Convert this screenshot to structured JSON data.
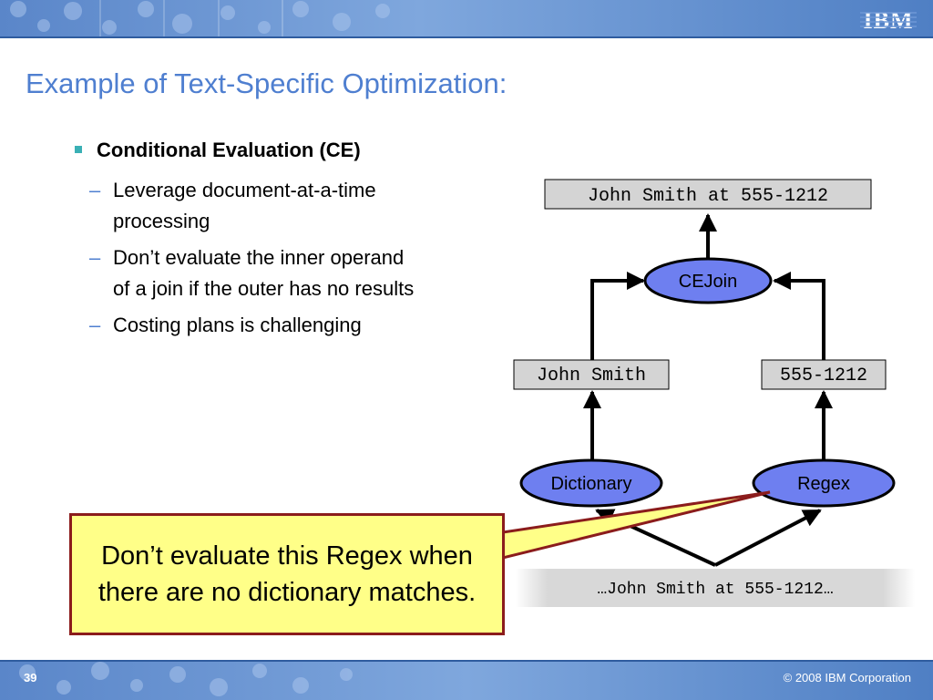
{
  "header": {
    "logo_text": "IBM",
    "colors": {
      "band": "#6f98d6",
      "title": "#4f7fd0"
    }
  },
  "slide": {
    "title": "Example of Text-Specific Optimization:",
    "bullet": "Conditional Evaluation (CE)",
    "subitems": [
      "Leverage document-at-a-time processing",
      "Don’t evaluate the inner operand of a join if the outer has no results",
      "Costing plans is challenging"
    ],
    "dash": "–"
  },
  "diagram": {
    "result_box": "John Smith at 555-1212",
    "join_node": "CEJoin",
    "left_box": "John Smith",
    "right_box": "555-1212",
    "left_node": "Dictionary",
    "right_node": "Regex",
    "doc_box": "…John Smith at 555-1212…",
    "colors": {
      "node_fill": "#6e7ff0",
      "box_fill": "#d4d4d4",
      "arrow": "#000000"
    }
  },
  "callout": {
    "text": "Don’t evaluate this Regex when there are no dictionary matches.",
    "colors": {
      "fill": "#ffff88",
      "border": "#8b1c1c"
    }
  },
  "footer": {
    "page": "39",
    "copyright": "© 2008 IBM Corporation"
  }
}
